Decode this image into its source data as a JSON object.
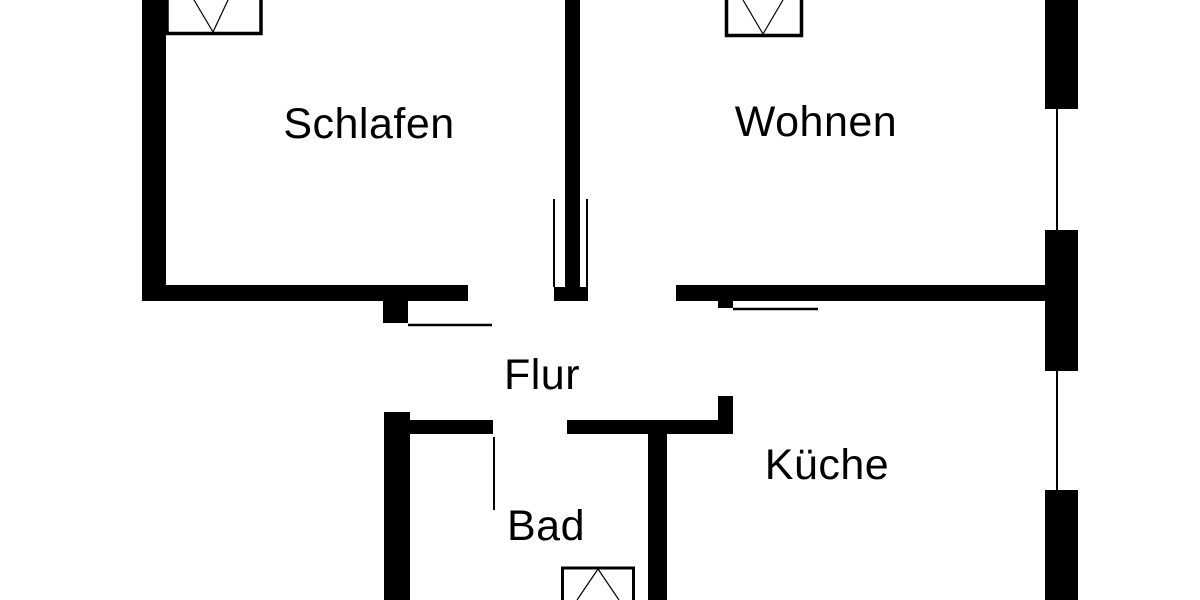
{
  "floorplan": {
    "background_color": "#ffffff",
    "wall_color": "#000000",
    "rooms": [
      {
        "name": "Schlafen"
      },
      {
        "name": "Wohnen"
      },
      {
        "name": "Flur"
      },
      {
        "name": "Küche"
      },
      {
        "name": "Bad"
      }
    ]
  }
}
